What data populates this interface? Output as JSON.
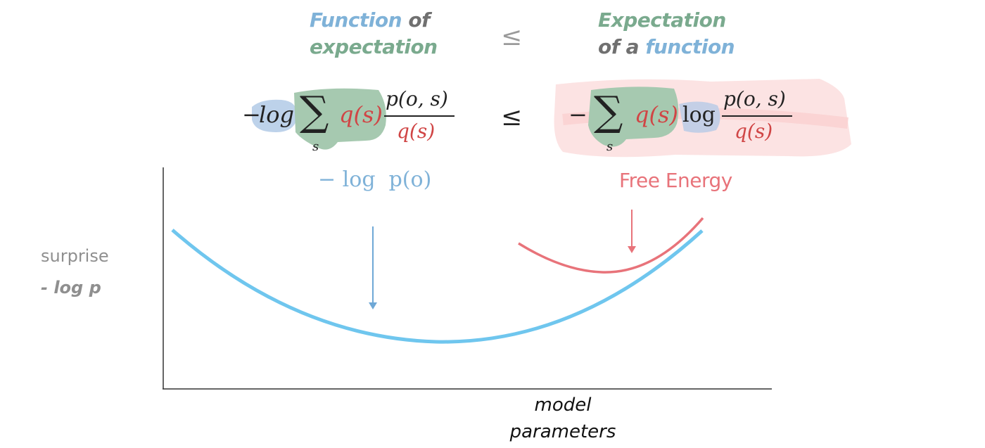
{
  "left_header": {
    "word1": "Function",
    "word2": "of",
    "word3": "expectation"
  },
  "right_header": {
    "word1": "Expectation",
    "word2": "of a",
    "word3": "function"
  },
  "header_leq": "≤",
  "equation": {
    "left": {
      "minus": "−",
      "log": "log",
      "sum": "∑",
      "sum_index": "s",
      "q_of_s": "q(s)",
      "frac_num": "p(o, s)",
      "frac_den": "q(s)"
    },
    "leq": "≤",
    "right": {
      "minus": "−",
      "sum": "∑",
      "sum_index": "s",
      "q_of_s": "q(s)",
      "log": "log",
      "frac_num": "p(o, s)",
      "frac_den": "q(s)"
    }
  },
  "annotations": {
    "neg_log_p": "− log  p(o)",
    "free_energy": "Free Energy"
  },
  "axes": {
    "ylabel_line1": "surprise",
    "ylabel_line2": "- log p",
    "xlabel_line1": "model",
    "xlabel_line2": "parameters"
  },
  "colors": {
    "blue_curve": "#6fc6ee",
    "red_curve": "#e8737a",
    "arrow_blue": "#6fa8d6",
    "arrow_red": "#e8737a",
    "highlight_green": "#9cc4a8",
    "highlight_blue": "#b8cfe8",
    "highlight_pink": "#fbd7d7"
  }
}
